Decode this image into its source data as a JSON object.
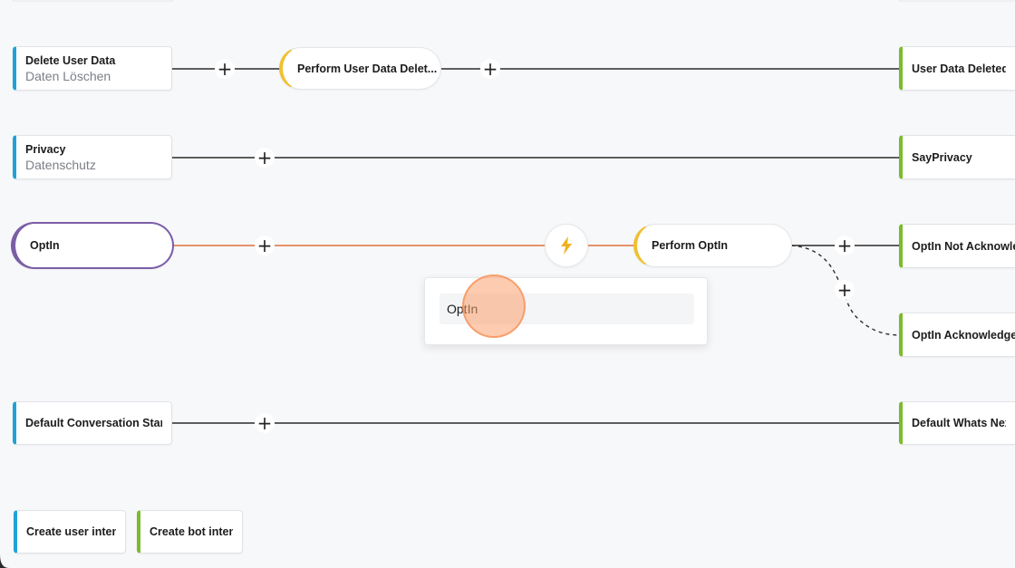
{
  "user_intents": [
    {
      "title": "Delete User Data",
      "subtitle": "Daten Löschen"
    },
    {
      "title": "Privacy",
      "subtitle": "Datenschutz"
    },
    {
      "title": "OptIn"
    },
    {
      "title": "Default Conversation Start"
    }
  ],
  "actions": [
    {
      "label": "Perform User Data Delet..."
    },
    {
      "label": "Perform OptIn"
    }
  ],
  "bot_responses": [
    {
      "title": "User Data Deleted"
    },
    {
      "title": "SayPrivacy"
    },
    {
      "title": "OptIn Not Acknowledged"
    },
    {
      "title": "OptIn Acknowledged"
    },
    {
      "title": "Default Whats Next"
    }
  ],
  "add_symbol": "+",
  "trigger_popup": {
    "value": "OptIn"
  },
  "footer": {
    "create_user_intent": "Create user intent",
    "create_bot_intent": "Create bot intent"
  },
  "colors": {
    "user_accent": "#1fa3d6",
    "bot_accent": "#7cbb2a",
    "action_accent": "#f0c030",
    "selected_intent": "#7b5ea7",
    "active_wire": "#e0703a",
    "wire": "#2b2b2b"
  },
  "icons": [
    "plus-icon",
    "lightning-bolt-icon"
  ]
}
